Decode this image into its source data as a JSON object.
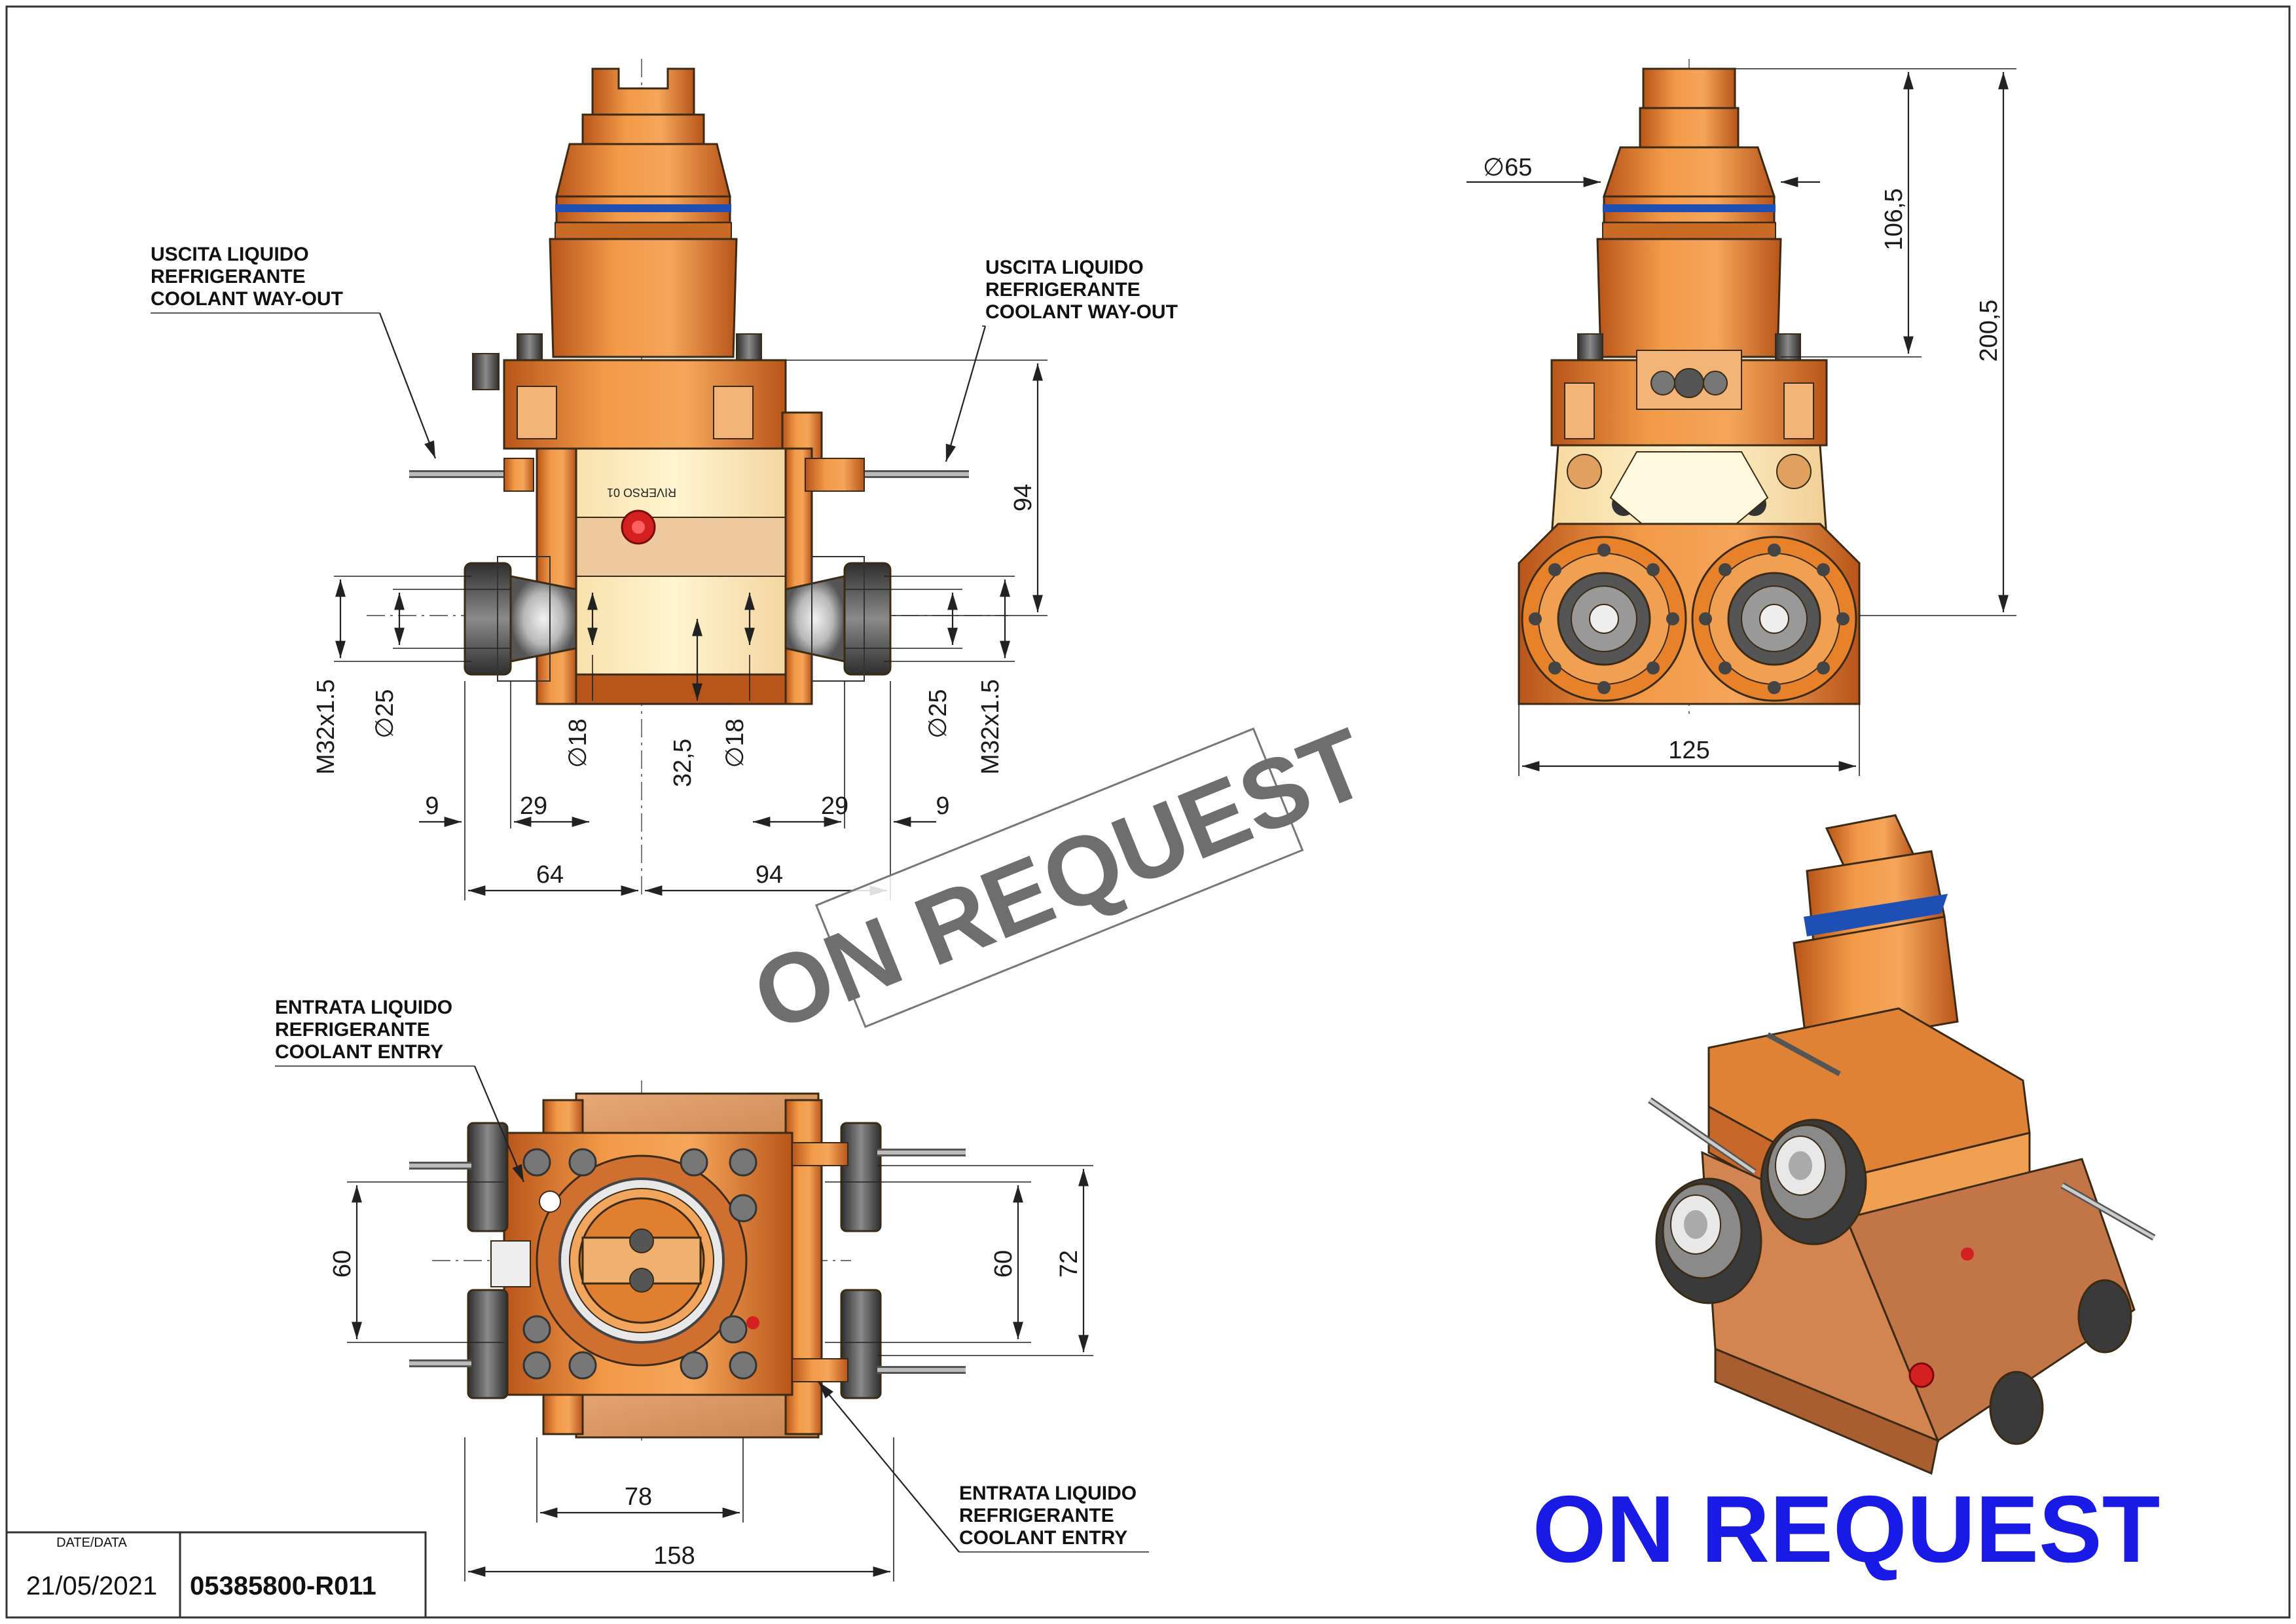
{
  "notes": {
    "coolant_out_left": [
      "USCITA LIQUIDO",
      "REFRIGERANTE",
      "COOLANT WAY-OUT"
    ],
    "coolant_out_right": [
      "USCITA LIQUIDO",
      "REFRIGERANTE",
      "COOLANT WAY-OUT"
    ],
    "coolant_entry_top": [
      "ENTRATA LIQUIDO",
      "REFRIGERANTE",
      "COOLANT ENTRY"
    ],
    "coolant_entry_bottom": [
      "ENTRATA LIQUIDO",
      "REFRIGERANTE",
      "COOLANT ENTRY"
    ]
  },
  "dimensions": {
    "front": {
      "thread_left": "M32x1.5",
      "dia25_left": "∅25",
      "dia18_left": "∅18",
      "center_height": "32,5",
      "dia18_right": "∅18",
      "dia25_right": "∅25",
      "thread_right": "M32x1.5",
      "height_94": "94",
      "gap9_left": "9",
      "dist29_left": "29",
      "dist29_right": "29",
      "gap9_right": "9",
      "width64": "64",
      "width94": "94"
    },
    "side": {
      "dia65": "∅65",
      "h106": "106,5",
      "h200": "200,5",
      "w125": "125"
    },
    "top": {
      "h60_left": "60",
      "h60_right": "60",
      "h72": "72",
      "w78": "78",
      "w158": "158"
    }
  },
  "watermark": {
    "diagonal": "ON REQUEST",
    "blue": "ON REQUEST",
    "blue_color": "#1a1ae6"
  },
  "part_engraving": "RIVERSO 01",
  "title_block": {
    "date_label": "DATE/DATA",
    "date": "21/05/2021",
    "code": "05385800-R011"
  },
  "colors": {
    "orange": "#e8822a",
    "orange_dark": "#c2601a",
    "cream": "#fdeec0",
    "peach": "#eab98a",
    "nut_grey": "#5a5a5a",
    "blue_ring": "#1e4fb5",
    "red_plug": "#d42020"
  }
}
